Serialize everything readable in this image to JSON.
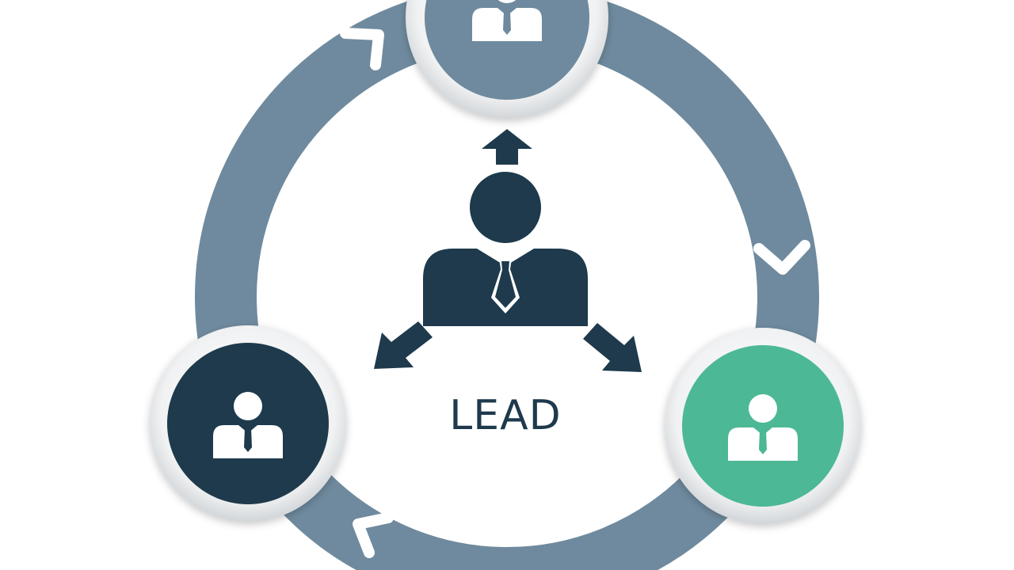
{
  "diagram": {
    "center_label": "LEAD",
    "colors": {
      "ring": "#6f8a9e",
      "background": "#ffffff",
      "dark_navy": "#1e3a4c",
      "slate": "#6f8a9e",
      "teal": "#4db896",
      "bezel": "#e3e5e7"
    },
    "nodes": [
      {
        "position": "top",
        "fill": "slate",
        "icon": "businessman-icon"
      },
      {
        "position": "bottom-left",
        "fill": "dark_navy",
        "icon": "businessman-icon"
      },
      {
        "position": "bottom-right",
        "fill": "teal",
        "icon": "businessman-icon"
      }
    ],
    "center_icon": "leader-businessman-icon",
    "flow_direction": "clockwise"
  }
}
